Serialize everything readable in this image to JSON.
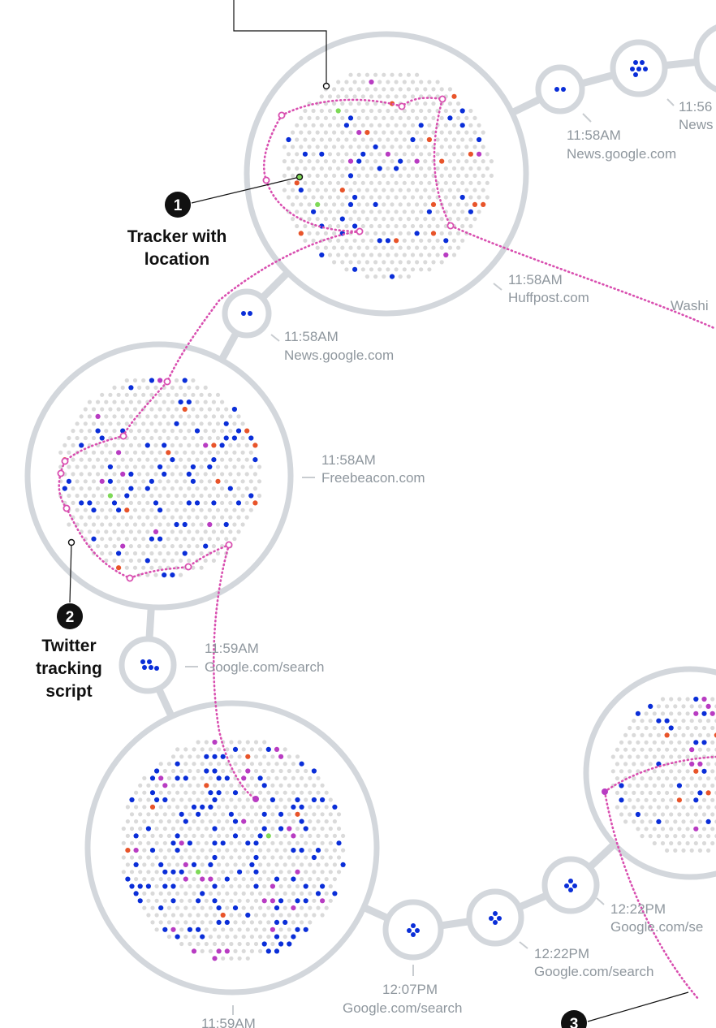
{
  "colors": {
    "ring": "#d3d7dc",
    "filler": "#dadada",
    "tracker_blue": "#0a2ed8",
    "tracker_orange": "#e8542a",
    "tracker_magenta": "#b83cc2",
    "tracker_green": "#7ed957",
    "path_pink": "#d94fb0",
    "label_gray": "#8f979e",
    "badge": "#111111"
  },
  "visits": [
    {
      "id": "huffpost",
      "time": "11:58AM",
      "site": "Huffpost.com"
    },
    {
      "id": "news-google-1",
      "time": "11:58AM",
      "site": "News.google.com"
    },
    {
      "id": "news-google-2",
      "time": "11:58AM",
      "site": "News.google.com"
    },
    {
      "id": "news-right",
      "time": "11:56",
      "site": "News"
    },
    {
      "id": "freebeacon",
      "time": "11:58AM",
      "site": "Freebeacon.com"
    },
    {
      "id": "google-search-1",
      "time": "11:59AM",
      "site": "Google.com/search"
    },
    {
      "id": "big-circle",
      "time": "11:59AM",
      "site": ""
    },
    {
      "id": "google-search-2",
      "time": "12:07PM",
      "site": "Google.com/search"
    },
    {
      "id": "google-search-3",
      "time": "12:22PM",
      "site": "Google.com/search"
    },
    {
      "id": "google-search-4",
      "time": "12:22PM",
      "site": "Google.com/se"
    },
    {
      "id": "washington",
      "time": "",
      "site": "Washi"
    }
  ],
  "annotations": [
    {
      "number": "1",
      "lines": [
        "Tracker with",
        "location"
      ]
    },
    {
      "number": "2",
      "lines": [
        "Twitter",
        "tracking",
        "script"
      ]
    },
    {
      "number": "3",
      "lines": []
    }
  ]
}
